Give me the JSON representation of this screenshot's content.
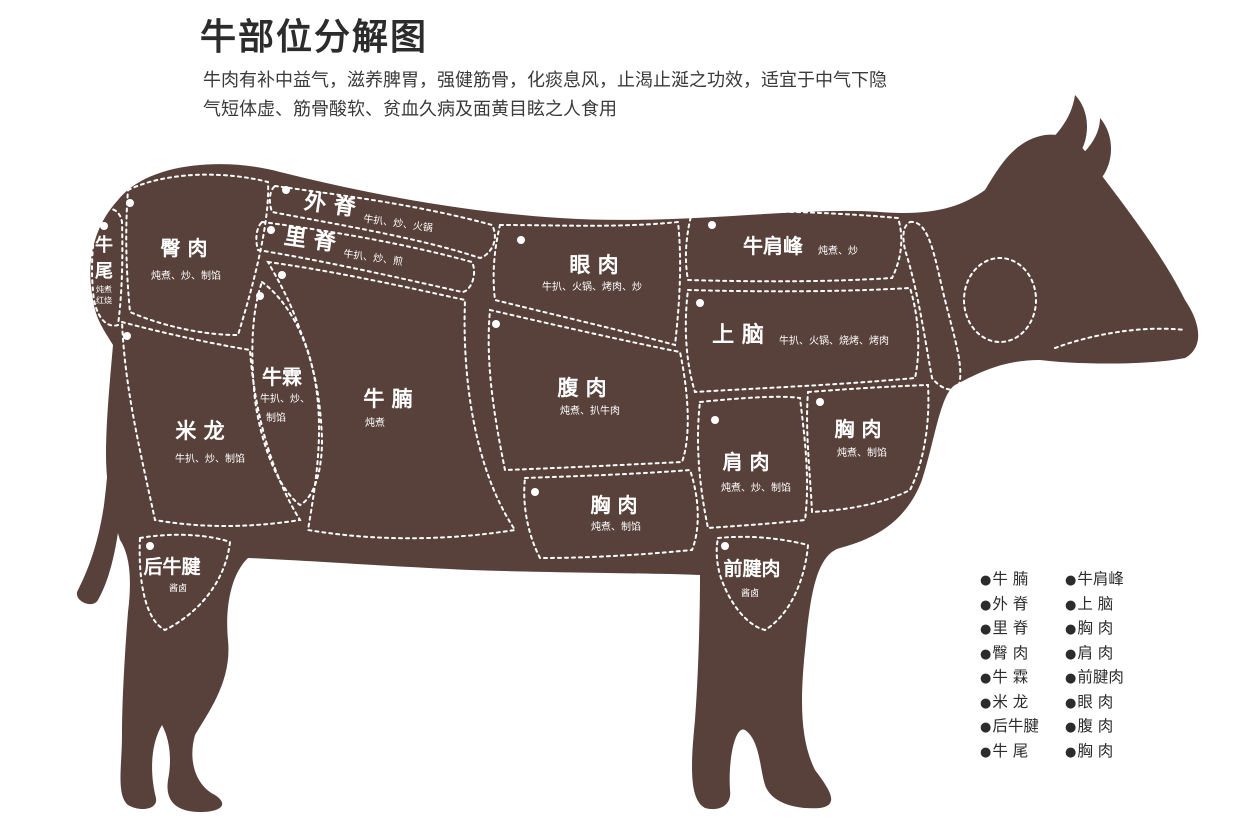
{
  "header": {
    "title": "牛部位分解图",
    "description_line1": "牛肉有补中益气，滋养脾胃，强健筋骨，化痰息风，止渴止涎之功效，适宜于中气下隐",
    "description_line2": "气短体虚、筋骨酸软、贫血久病及面黄目眩之人食用"
  },
  "colors": {
    "cow_body": "#58413a",
    "text_dark": "#2c2c2c",
    "label_text": "#ffffff"
  },
  "cuts": [
    {
      "id": "niu-wei",
      "name_lines": [
        "牛",
        "尾"
      ],
      "use_lines": [
        "炖煮",
        "红烧"
      ]
    },
    {
      "id": "tun-rou",
      "name_lines": [
        "臀 肉"
      ],
      "use_lines": [
        "炖煮、炒、制馅"
      ]
    },
    {
      "id": "wai-ji",
      "name_lines": [
        "外 脊"
      ],
      "use_lines": [
        "牛扒、炒、火锅"
      ]
    },
    {
      "id": "li-ji",
      "name_lines": [
        "里 脊"
      ],
      "use_lines": [
        "牛扒、炒、煎"
      ]
    },
    {
      "id": "yan-rou",
      "name_lines": [
        "眼 肉"
      ],
      "use_lines": [
        "牛扒、火锅、烤肉、炒"
      ]
    },
    {
      "id": "niu-jian-feng",
      "name_lines": [
        "牛肩峰"
      ],
      "use_lines": [
        "炖煮、炒"
      ]
    },
    {
      "id": "shang-nao",
      "name_lines": [
        "上 脑"
      ],
      "use_lines": [
        "牛扒、火锅、烧烤、烤肉"
      ]
    },
    {
      "id": "niu-lin",
      "name_lines": [
        "牛霖"
      ],
      "use_lines": [
        "牛扒、炒、",
        "制馅"
      ]
    },
    {
      "id": "niu-nan",
      "name_lines": [
        "牛 腩"
      ],
      "use_lines": [
        "炖煮"
      ]
    },
    {
      "id": "fu-rou",
      "name_lines": [
        "腹 肉"
      ],
      "use_lines": [
        "炖煮、扒牛肉"
      ]
    },
    {
      "id": "mi-long",
      "name_lines": [
        "米 龙"
      ],
      "use_lines": [
        "牛扒、炒、制馅"
      ]
    },
    {
      "id": "xiong-rou-1",
      "name_lines": [
        "胸 肉"
      ],
      "use_lines": [
        "炖煮、制馅"
      ]
    },
    {
      "id": "jian-rou",
      "name_lines": [
        "肩 肉"
      ],
      "use_lines": [
        "炖煮、炒、制馅"
      ]
    },
    {
      "id": "xiong-rou-2",
      "name_lines": [
        "胸 肉"
      ],
      "use_lines": [
        "炖煮、制馅"
      ]
    },
    {
      "id": "hou-niu-jian",
      "name_lines": [
        "后牛腱"
      ],
      "use_lines": [
        "酱卤"
      ]
    },
    {
      "id": "qian-jian-rou",
      "name_lines": [
        "前腱肉"
      ],
      "use_lines": [
        "酱卤"
      ]
    }
  ],
  "legend": [
    [
      "牛  腩",
      "牛肩峰"
    ],
    [
      "外  脊",
      "上  脑"
    ],
    [
      "里  脊",
      "胸  肉"
    ],
    [
      "臀  肉",
      "肩  肉"
    ],
    [
      "牛  霖",
      "前腱肉"
    ],
    [
      "米  龙",
      "眼  肉"
    ],
    [
      "后牛腱",
      "腹  肉"
    ],
    [
      "牛  尾",
      "胸  肉"
    ]
  ]
}
